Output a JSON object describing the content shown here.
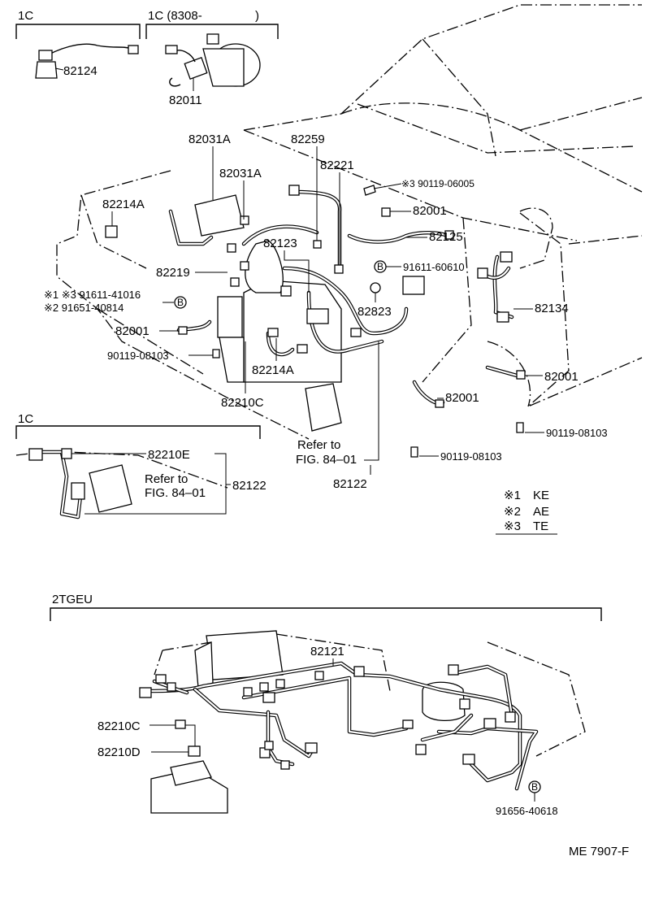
{
  "corner_labels": {
    "top_left_variant": "1C",
    "top_mid_variant": "1C (8308-",
    "top_mid_close": ")",
    "mid_left_variant": "1C",
    "lower_engine": "2TGEU",
    "figure_id": "ME 7907-F"
  },
  "part_numbers": {
    "p82124": "82124",
    "p82011": "82011",
    "p82031A_1": "82031A",
    "p82031A_2": "82031A",
    "p82259": "82259",
    "p82221": "82221",
    "p90119_06005": "※3 90119-06005",
    "p82214A_1": "82214A",
    "p82001_1": "82001",
    "p82123": "82123",
    "p82125": "82125",
    "p82219": "82219",
    "p91611_60610": "91611-60610",
    "p91611_41016": "※1 ※3 91611-41016",
    "p91651_40814": "※2    91651-40814",
    "p82823": "82823",
    "p82134": "82134",
    "p82001_2": "82001",
    "p90119_08103_1": "90119-08103",
    "p82214A_2": "82214A",
    "p82001_3": "82001",
    "p82210C_1": "82210C",
    "p82001_4": "82001",
    "p90119_08103_2": "90119-08103",
    "p90119_08103_3": "90119-08103",
    "p82210E": "82210E",
    "p82122_1": "82122",
    "p82122_2": "82122",
    "p82121": "82121",
    "p82210C_2": "82210C",
    "p82210D": "82210D",
    "p91656_40618": "91656-40618"
  },
  "notes": {
    "refer_main_1": "Refer to",
    "refer_main_2": "FIG. 84–01",
    "refer_inset_1": "Refer to",
    "refer_inset_2": "FIG. 84–01"
  },
  "circle_marks": {
    "b1": "B",
    "b2": "B",
    "b3": "B"
  },
  "legend": [
    {
      "mark": "※1",
      "code": "KE"
    },
    {
      "mark": "※2",
      "code": "AE"
    },
    {
      "mark": "※3",
      "code": "TE"
    }
  ]
}
